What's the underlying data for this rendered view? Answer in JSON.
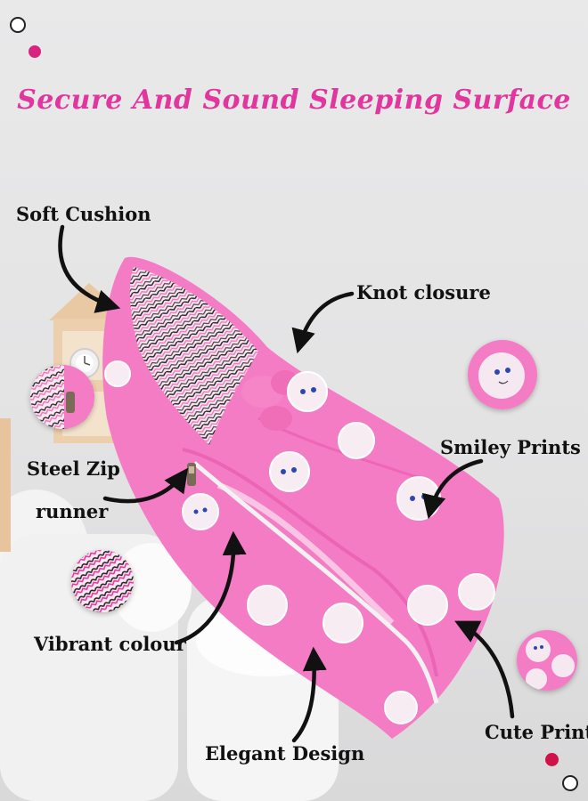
{
  "headline": "Secure And Sound Sleeping Surface",
  "labels": {
    "soft_cushion": "Soft Cushion",
    "knot_closure": "Knot closure",
    "smiley_prints": "Smiley Prints",
    "steel_zip_line1": "Steel Zip",
    "steel_zip_line2": "runner",
    "vibrant_colour": "Vibrant colour",
    "elegant_design": "Elegant Design",
    "cute_prints": "Cute Prints"
  },
  "colors": {
    "accent_pink": "#e0369d",
    "product_pink": "#f47cc4",
    "product_pink_dark": "#e85aae",
    "dot_magenta": "#d6247f",
    "dot_red": "#d0124a"
  }
}
